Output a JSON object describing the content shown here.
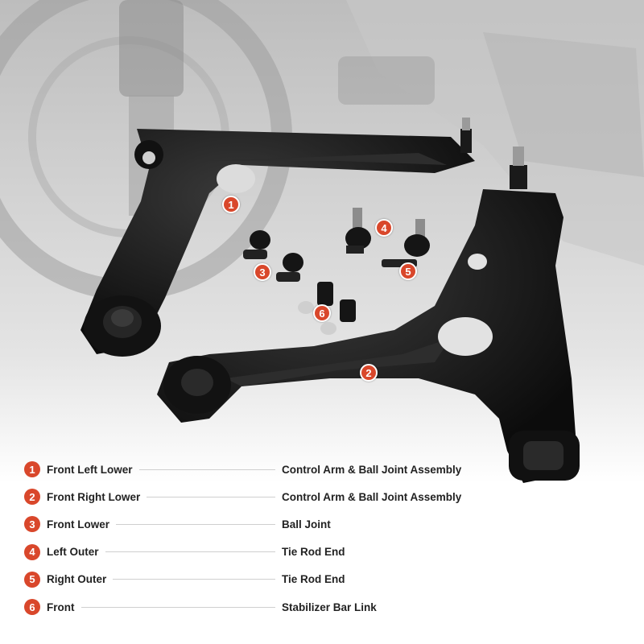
{
  "markers": [
    "1",
    "2",
    "3",
    "4",
    "5",
    "6"
  ],
  "legend": [
    {
      "num": "1",
      "position": "Front Left Lower",
      "part": "Control Arm & Ball Joint Assembly"
    },
    {
      "num": "2",
      "position": "Front Right Lower",
      "part": "Control Arm & Ball Joint Assembly"
    },
    {
      "num": "3",
      "position": "Front Lower",
      "part": "Ball Joint"
    },
    {
      "num": "4",
      "position": "Left Outer",
      "part": "Tie Rod End"
    },
    {
      "num": "5",
      "position": "Right Outer",
      "part": "Tie Rod End"
    },
    {
      "num": "6",
      "position": "Front",
      "part": "Stabilizer Bar Link"
    }
  ],
  "colors": {
    "accent": "#d9472b",
    "part_black": "#141414",
    "background_gray": "#d6d6d6"
  }
}
